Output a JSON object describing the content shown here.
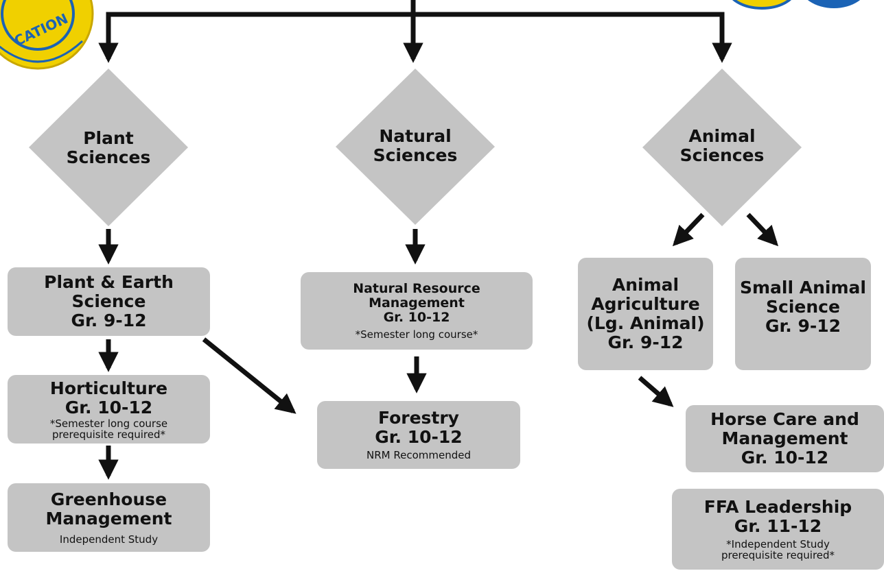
{
  "colors": {
    "shape_fill": "#c4c4c4",
    "line": "#111111",
    "logo_gold": "#f0d000",
    "logo_blue": "#1b63b5"
  },
  "logos": {
    "left_text": "CATION",
    "left_icon": "ffa-emblem-icon",
    "right_icon": "ffa-badge-icon"
  },
  "pathways": [
    {
      "name": "plant-sciences",
      "label_lines": [
        "Plant",
        "Sciences"
      ]
    },
    {
      "name": "natural-sciences",
      "label_lines": [
        "Natural",
        "Sciences"
      ]
    },
    {
      "name": "animal-sciences",
      "label_lines": [
        "Animal",
        "Sciences"
      ]
    }
  ],
  "courses": {
    "plant_earth": {
      "title_lines": [
        "Plant & Earth",
        "Science",
        "Gr. 9-12"
      ]
    },
    "horticulture": {
      "title_lines": [
        "Horticulture",
        "Gr. 10-12"
      ],
      "note_lines": [
        "*Semester long course",
        "prerequisite required*"
      ]
    },
    "greenhouse": {
      "title_lines": [
        "Greenhouse",
        "Management"
      ],
      "note_lines": [
        "Independent Study"
      ]
    },
    "nrm": {
      "title_lines": [
        "Natural Resource",
        "Management",
        "Gr. 10-12"
      ],
      "note_lines": [
        "*Semester long course*"
      ]
    },
    "forestry": {
      "title_lines": [
        "Forestry",
        "Gr. 10-12"
      ],
      "note_lines": [
        "NRM Recommended"
      ]
    },
    "animal_ag": {
      "title_lines": [
        "Animal",
        "Agriculture",
        "(Lg. Animal)",
        "Gr. 9-12"
      ]
    },
    "small_animal": {
      "title_lines": [
        "Small Animal",
        "Science",
        "Gr. 9-12"
      ]
    },
    "horse": {
      "title_lines": [
        "Horse Care and",
        "Management",
        "Gr. 10-12"
      ]
    },
    "ffa": {
      "title_lines": [
        "FFA Leadership",
        "Gr. 11-12"
      ],
      "note_lines": [
        "*Independent Study",
        "prerequisite required*"
      ]
    }
  }
}
